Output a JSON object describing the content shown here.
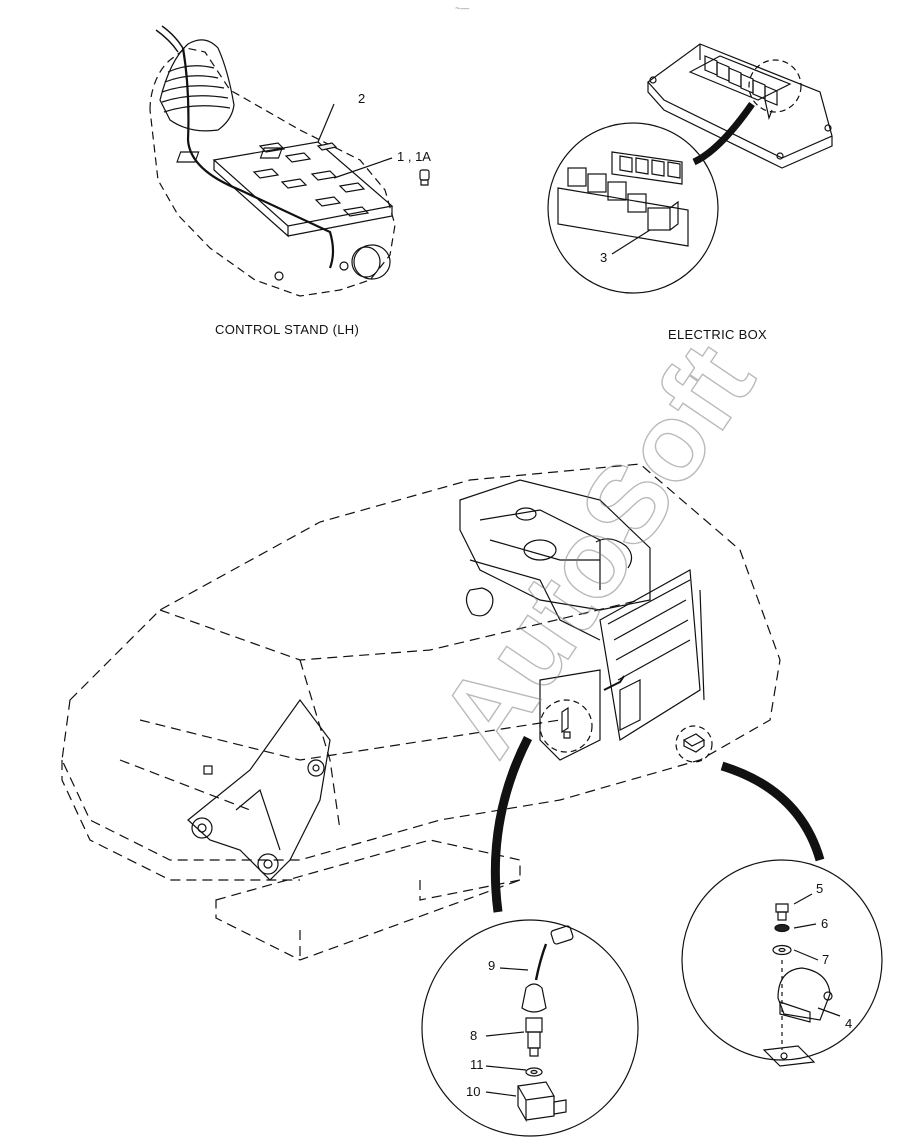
{
  "header_mark": "~—",
  "captions": {
    "control_stand": "CONTROL STAND (LH)",
    "electric_box": "ELECTRIC BOX"
  },
  "callouts": {
    "c1": "1 , 1A",
    "c2": "2",
    "c3": "3",
    "c4": "4",
    "c5": "5",
    "c6": "6",
    "c7": "7",
    "c8": "8",
    "c9": "9",
    "c10": "10",
    "c11": "11"
  },
  "watermark": "AutoSoft"
}
